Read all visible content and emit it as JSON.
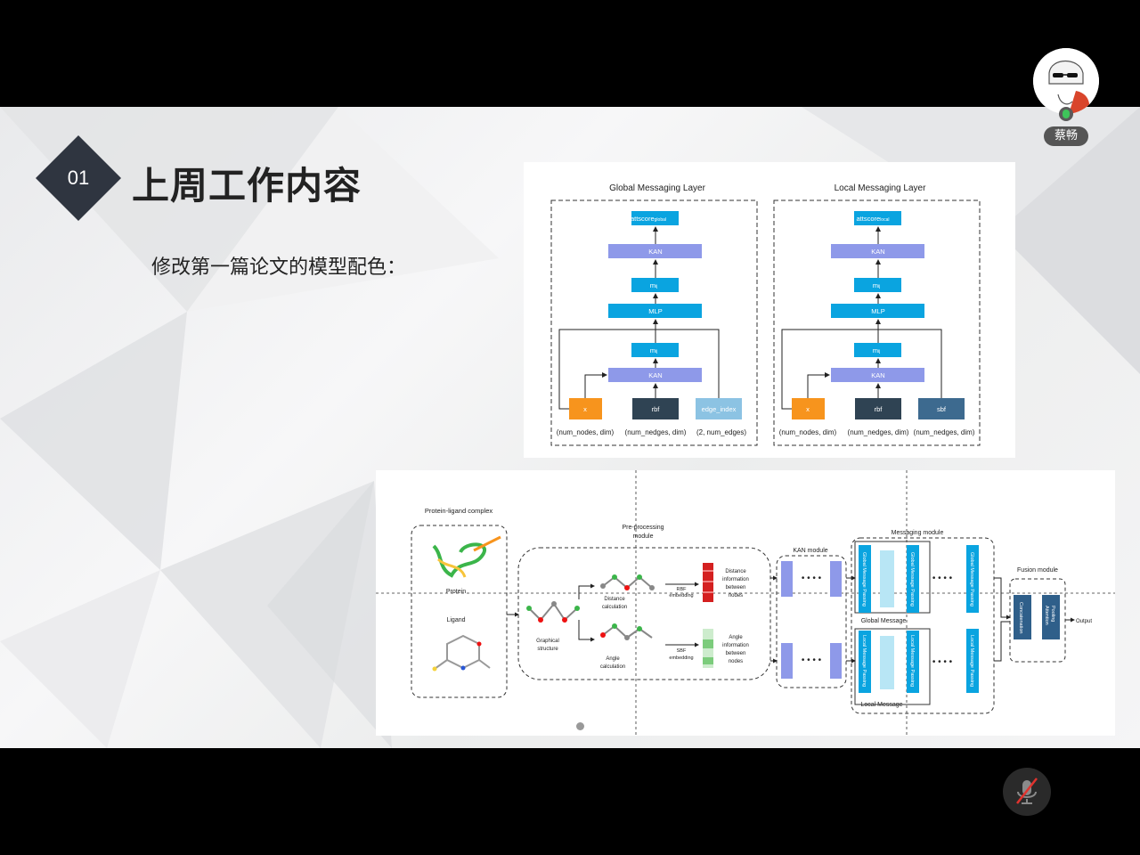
{
  "slide": {
    "section_number": "01",
    "title": "上周工作内容",
    "subtitle": "修改第一篇论文的模型配色："
  },
  "figure1": {
    "global": {
      "title": "Global Messaging Layer",
      "att": "attscore",
      "att_sub": "global",
      "kan_top": "KAN",
      "m_top": "m",
      "m_top_sub": "ij",
      "mlp": "MLP",
      "m_bot": "m",
      "m_bot_sub": "ij",
      "kan_bot": "KAN",
      "in1": "x",
      "in2": "rbf",
      "in3": "edge_index",
      "dim1": "(num_nodes, dim)",
      "dim2": "(num_nedges, dim)",
      "dim3": "(2, num_edges)"
    },
    "local": {
      "title": "Local Messaging Layer",
      "att": "attscore",
      "att_sub": "local",
      "kan_top": "KAN",
      "m_top": "m",
      "m_top_sub": "ij",
      "mlp": "MLP",
      "m_bot": "m",
      "m_bot_sub": "ij",
      "kan_bot": "KAN",
      "in1": "x",
      "in2": "rbf",
      "in3": "sbf",
      "dim1": "(num_nodes, dim)",
      "dim2": "(num_nedges, dim)",
      "dim3": "(num_nedges, dim)"
    }
  },
  "figure2": {
    "complex_label": "Protein-ligand complex",
    "protein": "Protein",
    "ligand": "Ligand",
    "preproc_1": "Pre-processing",
    "preproc_2": "module",
    "graphical_1": "Graphical",
    "graphical_2": "structure",
    "distcalc_1": "Distance",
    "distcalc_2": "calculation",
    "anglecalc_1": "Angle",
    "anglecalc_2": "calculation",
    "rbf_1": "RBF",
    "rbf_2": "embedding",
    "sbf_1": "SBF",
    "sbf_2": "embedding",
    "distinfo_1": "Distance",
    "distinfo_2": "information",
    "distinfo_3": "between",
    "distinfo_4": "nodes",
    "angleinfo_1": "Angle",
    "angleinfo_2": "information",
    "angleinfo_3": "between",
    "angleinfo_4": "nodes",
    "kan_module": "KAN module",
    "messaging_module": "Messaging module",
    "gmp": "Global Message Passing",
    "lmp": "Local Message Passing",
    "global_message": "Global Message",
    "local_message": "Local Message",
    "fusion_module": "Fusion module",
    "concat": "Concatenation",
    "attpool_1": "Attention",
    "attpool_2": "Pooling",
    "output": "Output"
  },
  "meeting": {
    "participant_name": "蔡畅"
  },
  "colors": {
    "badge": "#2f3540",
    "blue": "#0aa4e0",
    "periwinkle": "#8e99e9",
    "orange": "#f7941d",
    "dark_slate": "#2f4353",
    "light_blue": "#8cc3e3",
    "slate_blue": "#3d6a8f"
  },
  "icons": [
    "muted-microphone-icon"
  ]
}
